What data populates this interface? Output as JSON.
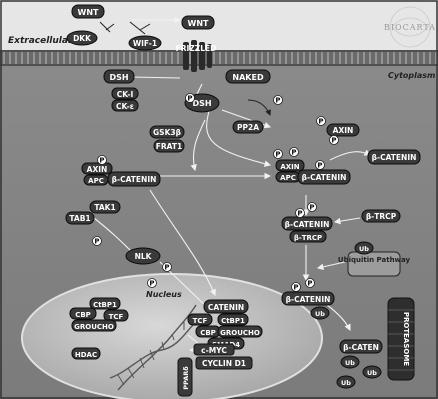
{
  "diagram": {
    "logo": "BIOCARTA",
    "regions": {
      "extracellular": "Extracellular",
      "cytoplasm": "Cytoplasm",
      "nucleus": "Nucleus"
    },
    "nodes": {
      "wnt_ligand": "WNT",
      "wnt_receptor": "WNT",
      "frizzled": "FRIZZLED",
      "dkk": "DKK",
      "wif1": "WIF-1",
      "dsh": "DSH",
      "naked": "NAKED",
      "ck1": "CK-I",
      "ck_e": "CK-ε",
      "dsh_mid": "DSH",
      "pp2a": "PP2A",
      "axin_right": "AXIN",
      "gsk3b": "GSK3β",
      "frat1": "FRAT1",
      "axin_left": "AXIN",
      "apc_left": "APC",
      "bcatenin_left": "β-CATENIN",
      "axin_complex": "AXIN",
      "apc_complex": "APC",
      "bcatenin_complex": "β-CATENIN",
      "bcatenin_free": "β-CATENIN",
      "tak1": "TAK1",
      "tab1": "TAB1",
      "btrcp": "β-TRCP",
      "bcatenin_trcp": "β-CATENIN",
      "btrcp_bound": "β-TRCP",
      "ubiquitin_pathway": "Ubiquitin Pathway",
      "ub": "Ub",
      "nlk": "NLK",
      "bcatenin_ub": "β-CATENIN",
      "ub2": "Ub",
      "proteasome": "PROTEASOME",
      "bcatenin_degrading": "β-CATEN",
      "ub3": "Ub",
      "ub4": "Ub",
      "ub5": "Ub",
      "catenin_nuc": "CATENIN",
      "tcf_right": "TCF",
      "cbp_right": "CBP",
      "ctbp1_right": "CtBP1",
      "groucho_right": "GROUCHO",
      "smad4": "SMAD4",
      "ctbp1_left": "CtBP1",
      "cbp_left": "CBP",
      "tcf_left": "TCF",
      "groucho_left": "GROUCHO",
      "hdac": "HDAC",
      "cmyc": "c-MYC",
      "cyclin_d1": "CYCLIN D1",
      "ppard": "PPARδ"
    },
    "phospho_label": "P"
  }
}
